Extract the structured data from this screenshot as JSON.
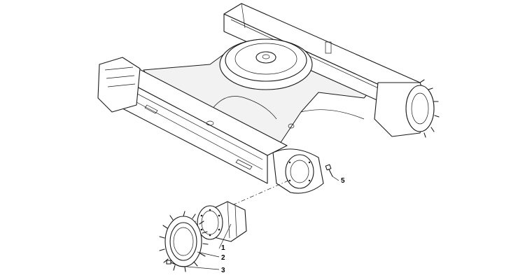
{
  "callouts": [
    {
      "id": "1",
      "label": "1"
    },
    {
      "id": "2",
      "label": "2"
    },
    {
      "id": "3",
      "label": "3"
    },
    {
      "id": "5",
      "label": "5"
    }
  ],
  "colors": {
    "line": "#1a1a1a",
    "background": "#ffffff"
  }
}
